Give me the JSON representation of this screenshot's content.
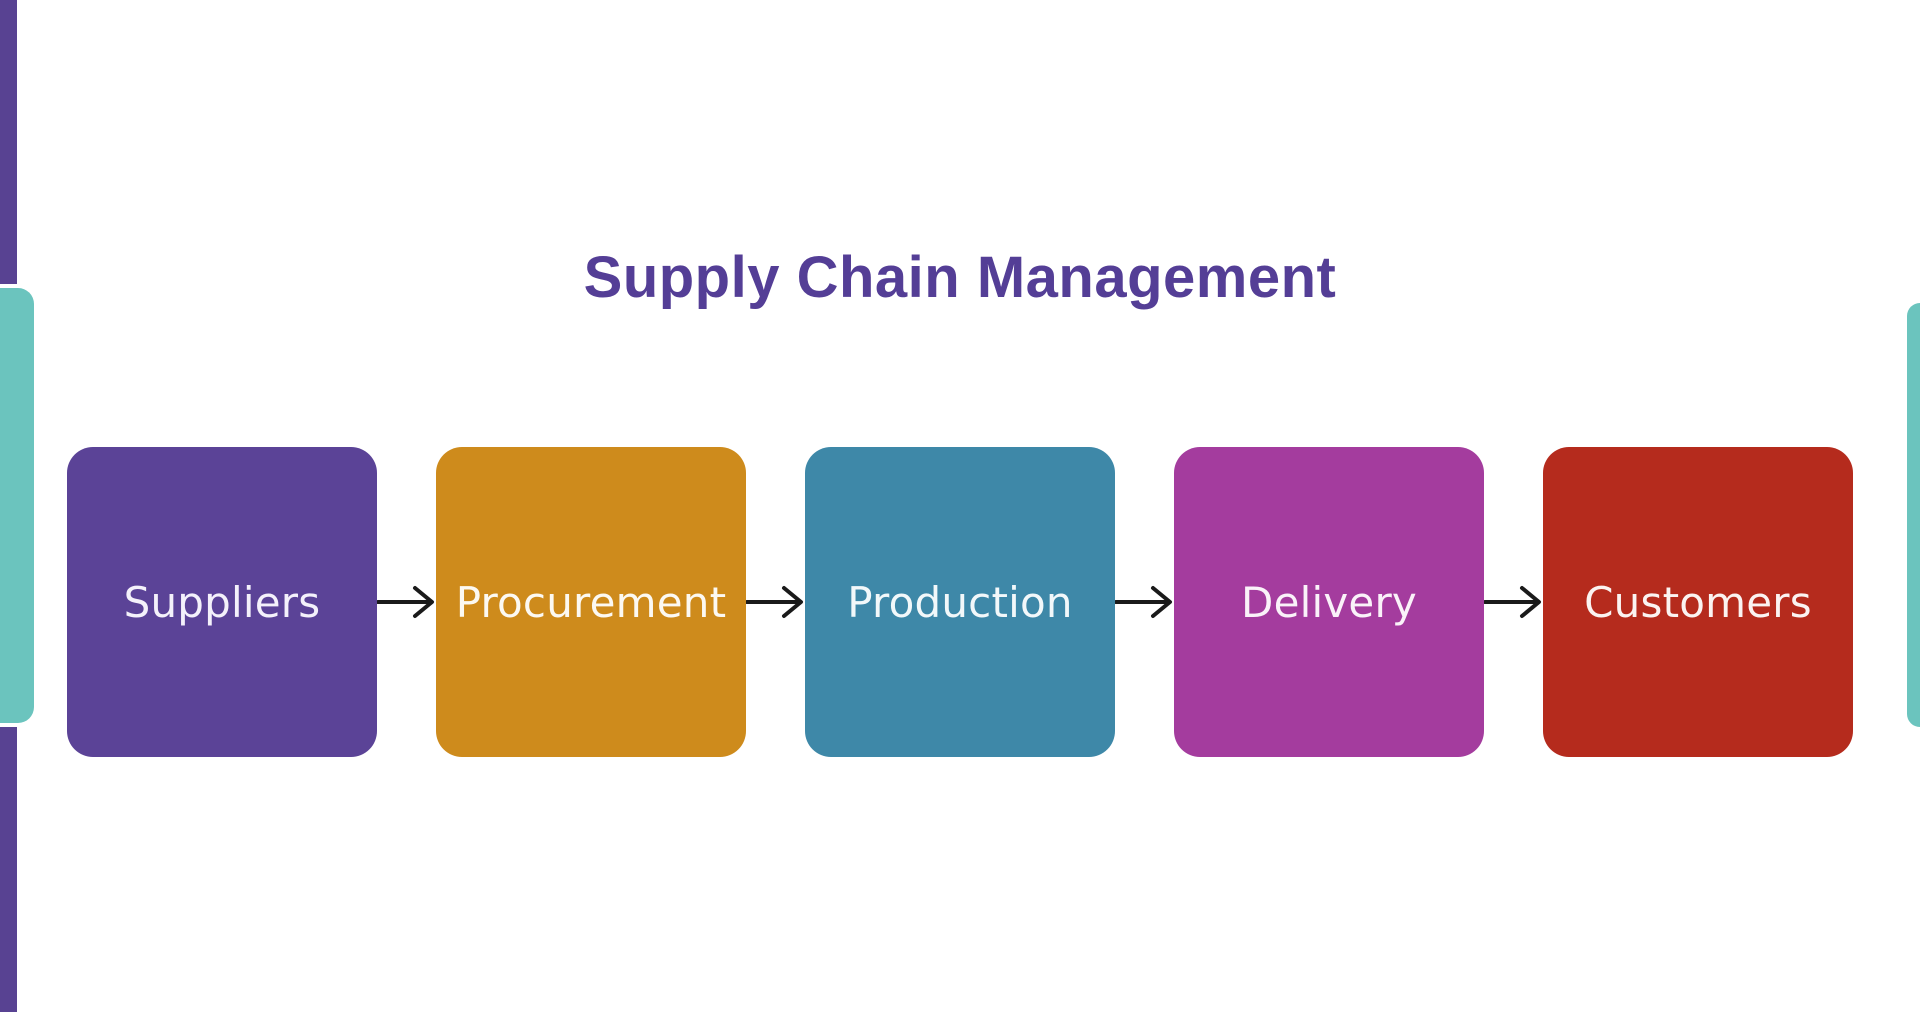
{
  "canvas": {
    "background": "#FFFFFF"
  },
  "title": {
    "text": "Supply Chain Management",
    "color": "#543E96"
  },
  "flow": {
    "nodes": [
      {
        "label": "Suppliers",
        "color": "#5B4397",
        "label_color": "#F4F1FB"
      },
      {
        "label": "Procurement",
        "color": "#CE8B1C",
        "label_color": "#FCF9F2"
      },
      {
        "label": "Production",
        "color": "#3E88A8",
        "label_color": "#F2F8FA"
      },
      {
        "label": "Delivery",
        "color": "#A43C9E",
        "label_color": "#FAF2F9"
      },
      {
        "label": "Customers",
        "color": "#B52B1D",
        "label_color": "#FBF3F1"
      }
    ],
    "connector_color": "#1A1A1A"
  },
  "decorations": {
    "side_bar_color": "#584292",
    "accent_pill_color": "#6BC4BE"
  }
}
